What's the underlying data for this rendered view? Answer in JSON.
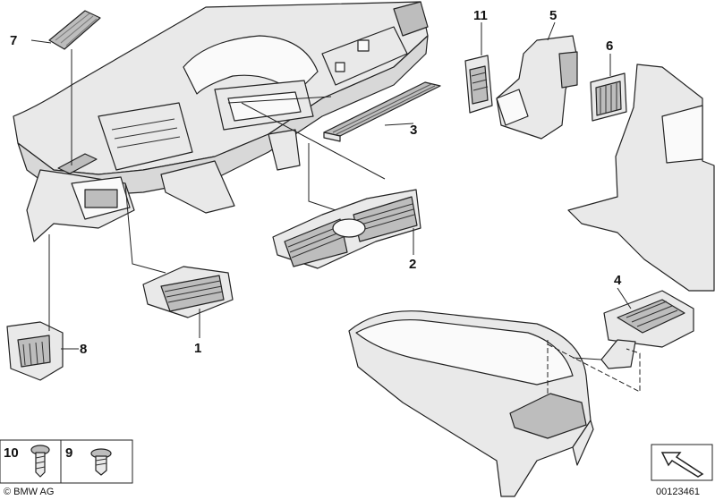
{
  "callouts": [
    {
      "id": "1",
      "text": "1"
    },
    {
      "id": "2",
      "text": "2"
    },
    {
      "id": "3",
      "text": "3"
    },
    {
      "id": "4",
      "text": "4"
    },
    {
      "id": "5",
      "text": "5"
    },
    {
      "id": "6",
      "text": "6"
    },
    {
      "id": "7",
      "text": "7"
    },
    {
      "id": "8",
      "text": "8"
    },
    {
      "id": "9",
      "text": "9"
    },
    {
      "id": "10",
      "text": "10"
    },
    {
      "id": "11",
      "text": "11"
    }
  ],
  "footer": {
    "copyright": "© BMW AG",
    "diagram_number": "00123461"
  }
}
